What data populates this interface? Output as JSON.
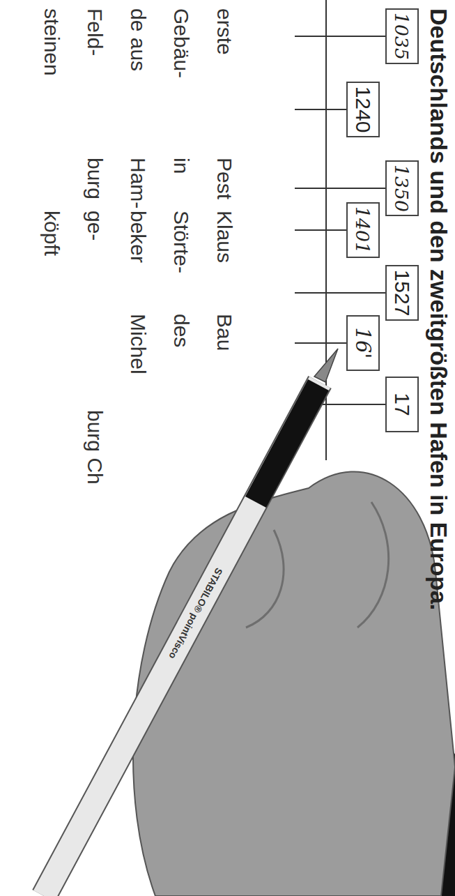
{
  "diagram": {
    "title": "Deutschlands und den zweitgrößten Hafen in Europa.",
    "nodes": [
      {
        "text": [
          "1035"
        ]
      },
      {
        "text": [
          "1240"
        ]
      },
      {
        "text": [
          "1350"
        ]
      },
      {
        "text": [
          "1401"
        ]
      },
      {
        "text": [
          "1527"
        ]
      },
      {
        "text": [
          "16'"
        ]
      },
      {
        "text": [
          "17"
        ]
      }
    ],
    "labels": [
      "erste Gebäu- de aus Feld- steinen",
      "Pest in Ham- burg",
      "Klaus Störte- beker ge- köpft",
      "Bau des Michel",
      "burg Ch",
      "STABILO® pointVisco"
    ]
  }
}
